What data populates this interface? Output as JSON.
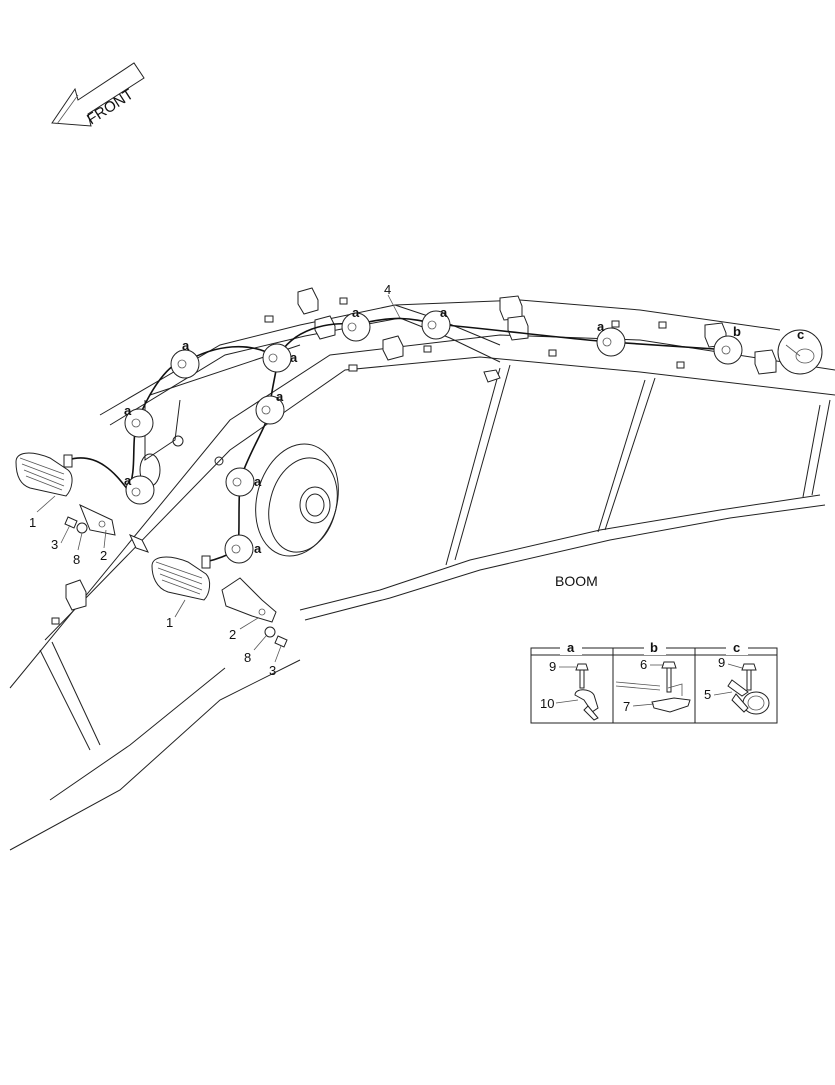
{
  "front_label": "FRONT",
  "boom_label": "BOOM",
  "wire_callout": "4",
  "clip_letters": {
    "a": "a",
    "b": "b",
    "c": "c"
  },
  "left_light": {
    "lamp": "1",
    "bracket": "2",
    "bolt": "3",
    "washer": "8"
  },
  "right_light": {
    "lamp": "1",
    "bracket": "2",
    "bolt": "3",
    "washer": "8"
  },
  "detail_panels": [
    {
      "header": "a",
      "top_part": "9",
      "bottom_part": "10"
    },
    {
      "header": "b",
      "top_part": "6",
      "bottom_part": "7"
    },
    {
      "header": "c",
      "top_part": "9",
      "bottom_part": "5"
    }
  ]
}
